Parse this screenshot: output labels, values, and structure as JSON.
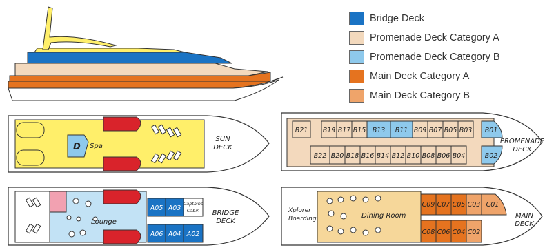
{
  "colors": {
    "bridge": "#1a73c4",
    "prom_a": "#f3d9bd",
    "prom_b": "#8ec9ec",
    "main_a": "#e5731f",
    "main_b": "#efa46a",
    "sun_yellow": "#ffef6a",
    "lounge_blue": "#c2e2f5",
    "dining_tan": "#f6d79a",
    "red_boat": "#d9232b",
    "pink": "#f2a1b1"
  },
  "legend": [
    {
      "label": "Bridge Deck",
      "color": "#1a73c4"
    },
    {
      "label": "Promenade Deck Category A",
      "color": "#f3d9bd"
    },
    {
      "label": "Promenade Deck Category B",
      "color": "#8ec9ec"
    },
    {
      "label": "Main Deck Category A",
      "color": "#e5731f"
    },
    {
      "label": "Main Deck Category B",
      "color": "#efa46a"
    }
  ],
  "decks": {
    "sun": {
      "label_1": "SUN",
      "label_2": "DECK",
      "spa": "Spa",
      "spa_icon": "D"
    },
    "promenade": {
      "label_1": "PROMENADE",
      "label_2": "DECK",
      "top_cabins": [
        "B21",
        "B19",
        "B17",
        "B15",
        "B13",
        "B11",
        "B09",
        "B07",
        "B05",
        "B03",
        "B01"
      ],
      "bottom_cabins": [
        "B22",
        "B20",
        "B18",
        "B16",
        "B14",
        "B12",
        "B10",
        "B08",
        "B06",
        "B04",
        "B02"
      ]
    },
    "bridge": {
      "label_1": "BRIDGE",
      "label_2": "DECK",
      "lounge": "Lounge",
      "captains_1": "Captains",
      "captains_2": "Cabin",
      "top_cabins": [
        "A05",
        "A03"
      ],
      "bottom_cabins": [
        "A06",
        "A04",
        "A02"
      ]
    },
    "main": {
      "label_1": "MAIN",
      "label_2": "DECK",
      "boarding_1": "Xplorer",
      "boarding_2": "Boarding",
      "dining": "Dining Room",
      "top_cabins": [
        "C09",
        "C07",
        "C05",
        "C03",
        "C01"
      ],
      "bottom_cabins": [
        "C08",
        "C06",
        "C04",
        "C02"
      ]
    }
  }
}
